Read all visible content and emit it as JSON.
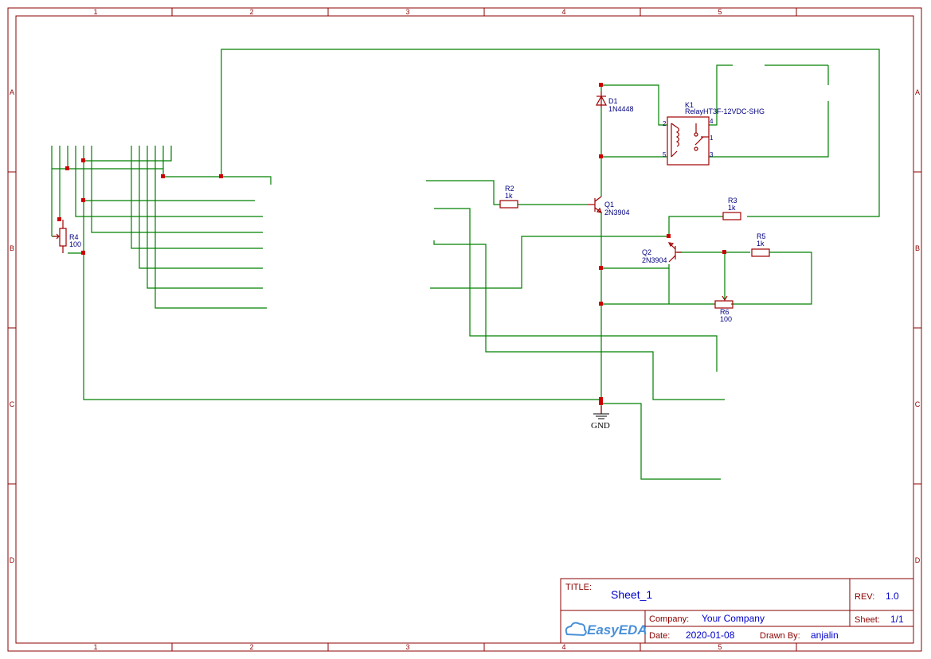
{
  "frame": {
    "columns": [
      "1",
      "2",
      "3",
      "4",
      "5"
    ],
    "rows": [
      "A",
      "B",
      "C",
      "D"
    ]
  },
  "components": {
    "D1": {
      "ref": "D1",
      "value": "1N4448"
    },
    "K1": {
      "ref": "K1",
      "value": "RelayHT3F-12VDC-SHG",
      "pins": [
        "2",
        "5",
        "4",
        "1",
        "3"
      ]
    },
    "R2": {
      "ref": "R2",
      "value": "1k"
    },
    "R3": {
      "ref": "R3",
      "value": "1k"
    },
    "R4": {
      "ref": "R4",
      "value": "100"
    },
    "R5": {
      "ref": "R5",
      "value": "1k"
    },
    "R6": {
      "ref": "R6",
      "value": "100"
    },
    "Q1": {
      "ref": "Q1",
      "value": "2N3904"
    },
    "Q2": {
      "ref": "Q2",
      "value": "2N3904"
    },
    "GND": {
      "label": "GND"
    }
  },
  "title_block": {
    "title_label": "TITLE:",
    "title_value": "Sheet_1",
    "rev_label": "REV:",
    "rev_value": "1.0",
    "company_label": "Company:",
    "company_value": "Your Company",
    "sheet_label": "Sheet:",
    "sheet_value": "1/1",
    "date_label": "Date:",
    "date_value": "2020-01-08",
    "drawn_label": "Drawn By:",
    "drawn_value": "anjalin",
    "logo_text": "EasyEDA"
  },
  "colors": {
    "wire": "#008000",
    "component": "#a00000",
    "frame": "#8b0000",
    "label": "#000080",
    "junction": "#cc0000"
  }
}
